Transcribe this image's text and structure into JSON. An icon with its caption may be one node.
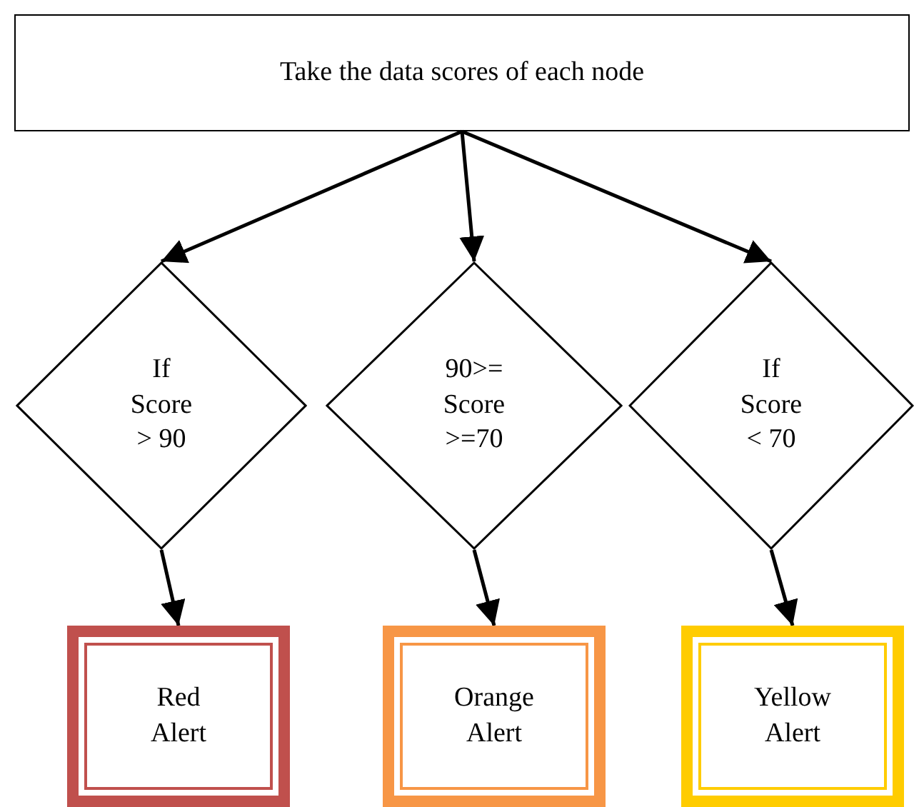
{
  "diagram": {
    "nodes": [
      {
        "text": [
          "Take the data scores of each node"
        ]
      },
      {
        "text": [
          "If Score > 90"
        ]
      },
      {
        "text": [
          "90>= Score >=70"
        ]
      },
      {
        "text": [
          "If Score < 70"
        ]
      },
      {
        "text": [
          "Red Alert"
        ]
      },
      {
        "text": [
          "Orange Alert"
        ]
      },
      {
        "text": [
          "Yellow Alert"
        ]
      }
    ],
    "edges": [
      {
        "from": 0,
        "to": 1,
        "arrow": "to"
      },
      {
        "from": 0,
        "to": 2,
        "arrow": "to"
      },
      {
        "from": 0,
        "to": 3,
        "arrow": "to"
      },
      {
        "from": 1,
        "to": 4,
        "arrow": "to"
      },
      {
        "from": 2,
        "to": 5,
        "arrow": "to"
      },
      {
        "from": 3,
        "to": 6,
        "arrow": "to"
      }
    ]
  }
}
